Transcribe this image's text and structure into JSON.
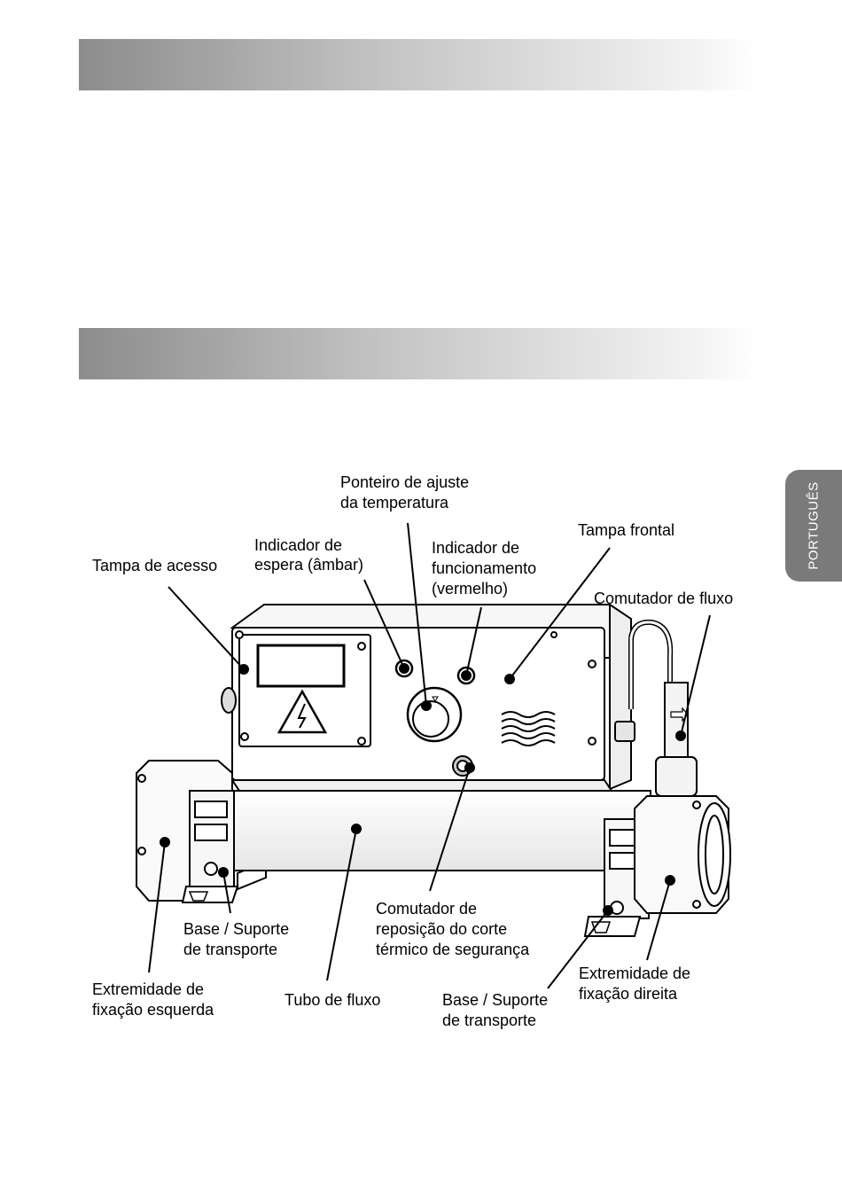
{
  "side_tab": {
    "label": "PORTUGUÊS"
  },
  "labels": {
    "ponteiro": [
      "Ponteiro de ajuste",
      "da temperatura"
    ],
    "espera": [
      "Indicador de",
      "espera (âmbar)"
    ],
    "funcionamento": [
      "Indicador de",
      "funcionamento",
      "(vermelho)"
    ],
    "tampa_frontal": [
      "Tampa frontal"
    ],
    "tampa_acesso": [
      "Tampa de acesso"
    ],
    "comutador_fluxo": [
      "Comutador de fluxo"
    ],
    "base_left": [
      "Base / Suporte",
      "de transporte"
    ],
    "comutador_reposicao": [
      "Comutador de",
      "reposição do corte",
      "térmico de segurança"
    ],
    "extremidade_direita": [
      "Extremidade de",
      "fixação direita"
    ],
    "extremidade_esquerda": [
      "Extremidade de",
      "fixação esquerda"
    ],
    "tubo": [
      "Tubo de fluxo"
    ],
    "base_right": [
      "Base / Suporte",
      "de transporte"
    ]
  }
}
